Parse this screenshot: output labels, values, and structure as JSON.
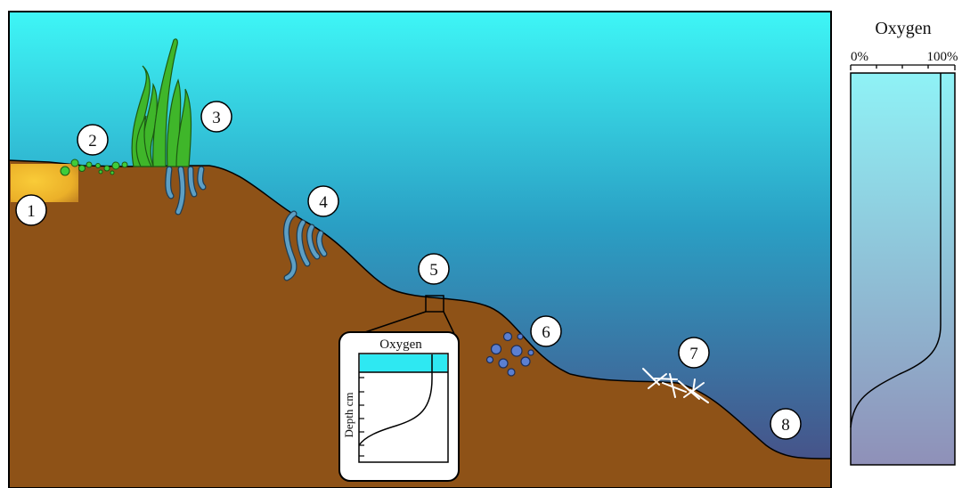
{
  "colors": {
    "water_top": "#3ef6f6",
    "water_bottom": "#4a4a82",
    "sediment": "#8e5217",
    "seagrass": "#3fb62a",
    "roots": "#5d9fc4",
    "oxic_layer": "#2ee8f2",
    "gauge_top": "#8ff2f6",
    "gauge_bottom": "#8f90b8"
  },
  "markers": [
    "1",
    "2",
    "3",
    "4",
    "5",
    "6",
    "7",
    "8"
  ],
  "inset": {
    "title": "Oxygen",
    "ylabel": "Depth cm"
  },
  "gauge": {
    "title": "Oxygen",
    "tick_min": "0%",
    "tick_max": "100%"
  }
}
